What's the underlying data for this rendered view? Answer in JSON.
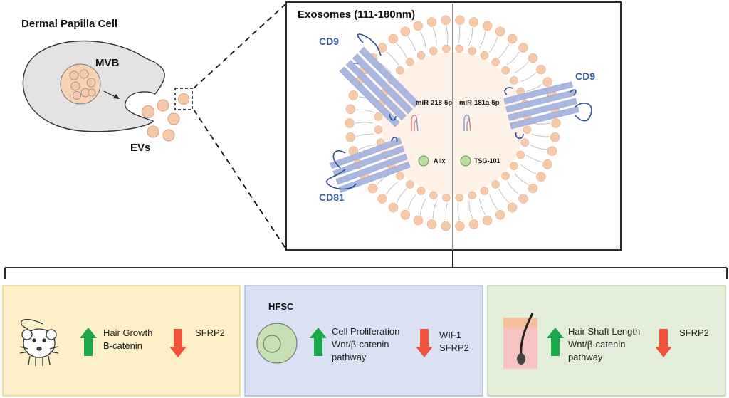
{
  "cell": {
    "title": "Dermal Papilla Cell",
    "mvb_label": "MVB",
    "evs_label": "EVs"
  },
  "exosome": {
    "title": "Exosomes (111-180nm)",
    "cd9_left": "CD9",
    "cd9_right": "CD9",
    "cd81": "CD81",
    "mirna_left": "miR-218-5p",
    "mirna_right": "miR-181a-5p",
    "marker_left": "Alix",
    "marker_right": "TSG-101"
  },
  "panels": [
    {
      "up_lines": [
        "Hair Growth",
        "B-catenin"
      ],
      "down_lines": [
        "SFRP2"
      ],
      "colors": {
        "background": "#fdf0c8",
        "border": "#e6cf7a"
      }
    },
    {
      "heading": "HFSC",
      "up_lines": [
        "Cell Proliferation",
        "Wnt/β-catenin",
        "pathway"
      ],
      "down_lines": [
        "WIF1",
        "SFRP2"
      ],
      "colors": {
        "background": "#d9e1f2",
        "border": "#9db0d4"
      }
    },
    {
      "up_lines": [
        "Hair Shaft Length",
        "Wnt/β-catenin",
        "pathway"
      ],
      "down_lines": [
        "SFRP2"
      ],
      "colors": {
        "background": "#e2eed9",
        "border": "#b3cba1"
      }
    }
  ],
  "colors": {
    "cell_fill": "#e3e3e3",
    "vesicle_fill": "#f7c9a8",
    "vesicle_stroke": "#d8a07e",
    "protein_fill": "#aab7e0",
    "protein_line": "#2e4f9a",
    "label_blue": "#3a5ea8",
    "up_arrow": "#1aa84b",
    "down_arrow": "#f0533a",
    "marker_green": "#b9dc9f"
  },
  "icons": [
    "mouse-icon",
    "hfsc-cell-icon",
    "hair-follicle-icon",
    "up-arrow-icon",
    "down-arrow-icon",
    "mirna-hairpin-icon"
  ]
}
